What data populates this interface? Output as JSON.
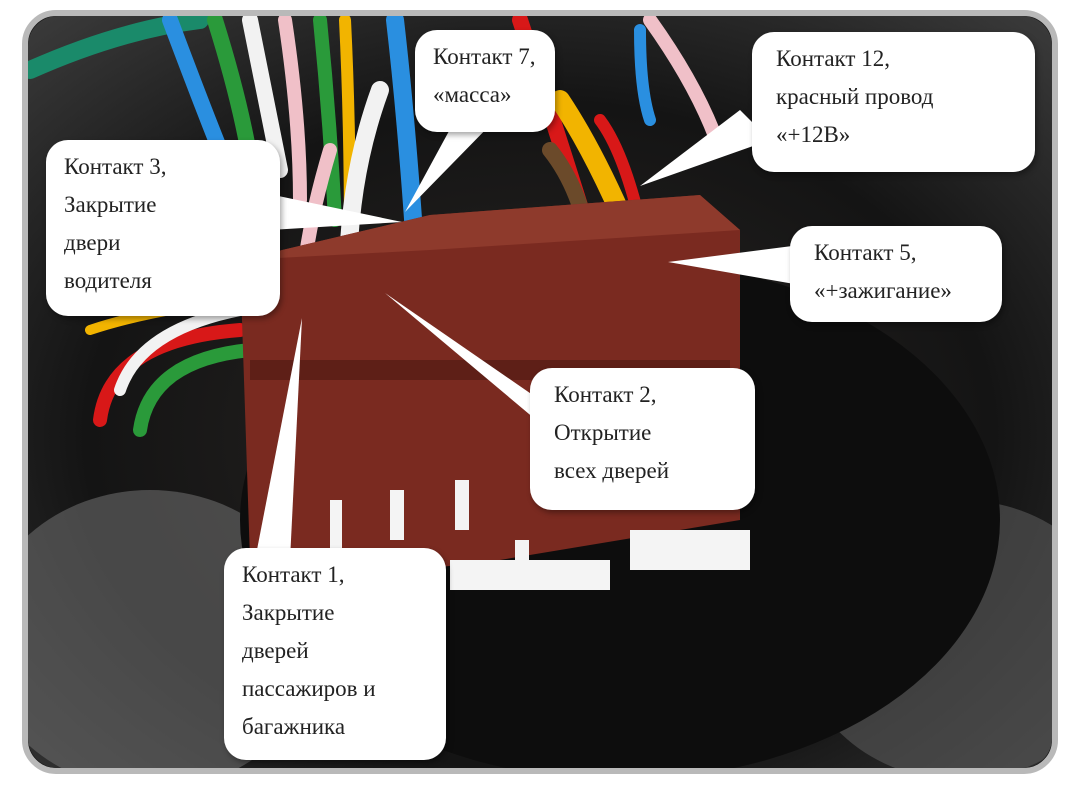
{
  "callouts": [
    {
      "id": "contact-7",
      "lines": [
        "Контакт 7,",
        "«масса»"
      ]
    },
    {
      "id": "contact-12",
      "lines": [
        "Контакт 12,",
        "красный провод",
        "«+12В»"
      ]
    },
    {
      "id": "contact-3",
      "lines": [
        "Контакт 3,",
        "Закрытие",
        "двери",
        "водителя"
      ]
    },
    {
      "id": "contact-5",
      "lines": [
        "Контакт 5,",
        "«+зажигание»"
      ]
    },
    {
      "id": "contact-2",
      "lines": [
        "Контакт 2,",
        "Открытие",
        "всех дверей"
      ]
    },
    {
      "id": "contact-1",
      "lines": [
        "Контакт 1,",
        "Закрытие",
        "дверей",
        "пассажиров и",
        "багажника"
      ]
    }
  ],
  "colors": {
    "connector": "#7a2a20",
    "wire_blue": "#2a8fe0",
    "wire_yellow": "#f2b400",
    "wire_red": "#d81818",
    "wire_brown": "#6b4a2a",
    "wire_white": "#f2f2f2",
    "wire_pink": "#f0c0c8",
    "wire_green": "#2a9a3a"
  }
}
